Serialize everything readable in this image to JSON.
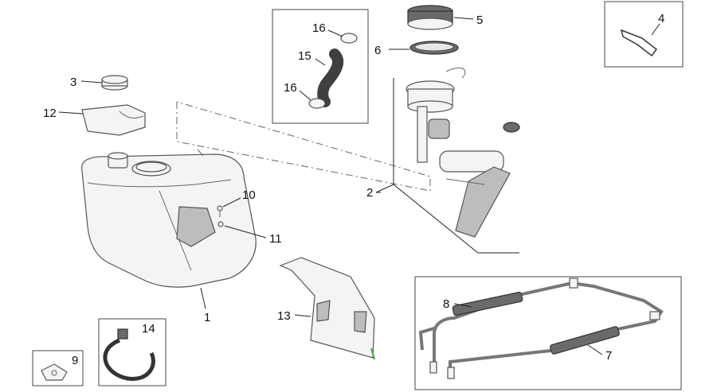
{
  "callouts": {
    "c1": "1",
    "c2": "2",
    "c3": "3",
    "c4": "4",
    "c5": "5",
    "c6": "6",
    "c7": "7",
    "c8": "8",
    "c9": "9",
    "c10": "10",
    "c11": "11",
    "c12": "12",
    "c13": "13",
    "c14": "14",
    "c15": "15",
    "c16a": "16",
    "c16b": "16"
  }
}
